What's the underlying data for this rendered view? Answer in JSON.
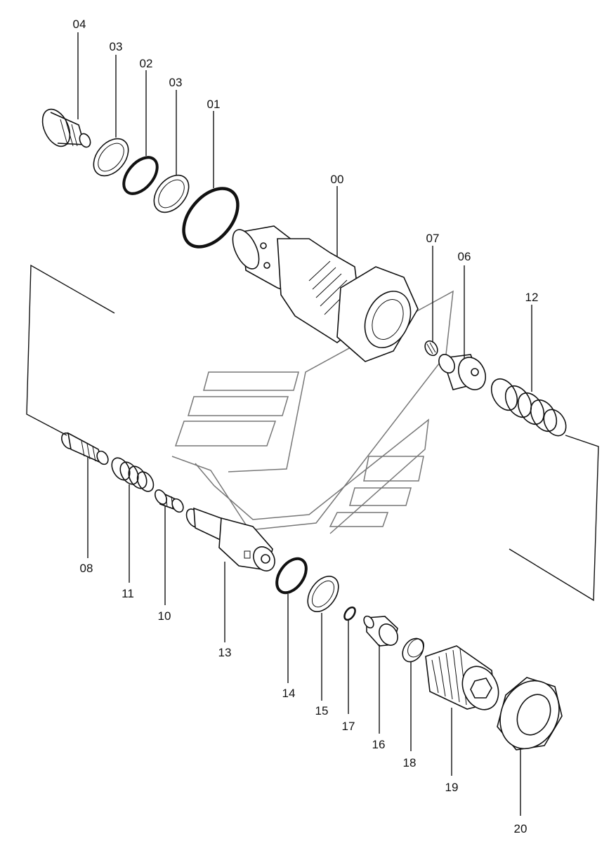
{
  "labels": {
    "p00": "00",
    "p01": "01",
    "p02": "02",
    "p03a": "03",
    "p03b": "03",
    "p04": "04",
    "p06": "06",
    "p07": "07",
    "p08": "08",
    "p10": "10",
    "p11": "11",
    "p12": "12",
    "p13": "13",
    "p14": "14",
    "p15": "15",
    "p16": "16",
    "p17": "17",
    "p18": "18",
    "p19": "19",
    "p20": "20"
  },
  "colors": {
    "ink": "#111111",
    "watermark": "#777777",
    "background": "#ffffff"
  }
}
